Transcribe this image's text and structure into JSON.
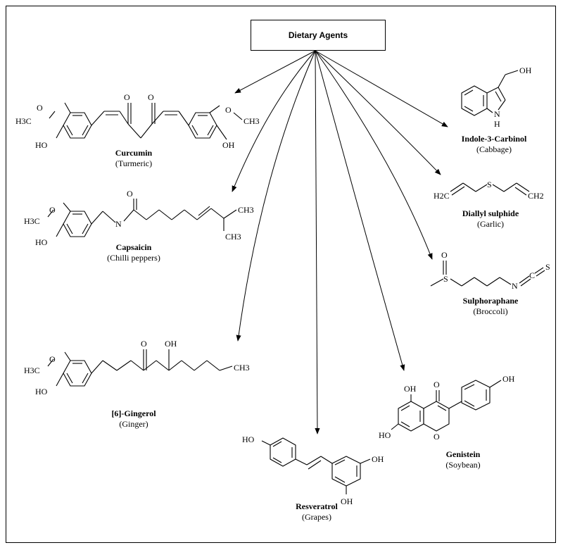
{
  "root": {
    "label": "Dietary Agents"
  },
  "compounds": [
    {
      "name": "Curcumin",
      "source": "(Turmeric)"
    },
    {
      "name": "Capsaicin",
      "source": "(Chilli peppers)"
    },
    {
      "name": "[6]-Gingerol",
      "source": "(Ginger)"
    },
    {
      "name": "Resveratrol",
      "source": "(Grapes)"
    },
    {
      "name": "Genistein",
      "source": "(Soybean)"
    },
    {
      "name": "Sulphoraphane",
      "source": "(Broccoli)"
    },
    {
      "name": "Diallyl sulphide",
      "source": "(Garlic)"
    },
    {
      "name": "Indole-3-Carbinol",
      "source": "(Cabbage)"
    }
  ],
  "atoms": {
    "o": "O",
    "oh": "OH",
    "ho": "HO",
    "h3c": "H3C",
    "ch3": "CH3",
    "o_me": "O",
    "me_o": "O",
    "n": "N",
    "h": "H",
    "nh": "N",
    "s": "S",
    "c": "C",
    "h2c": "H2C",
    "ch2": "CH2"
  }
}
